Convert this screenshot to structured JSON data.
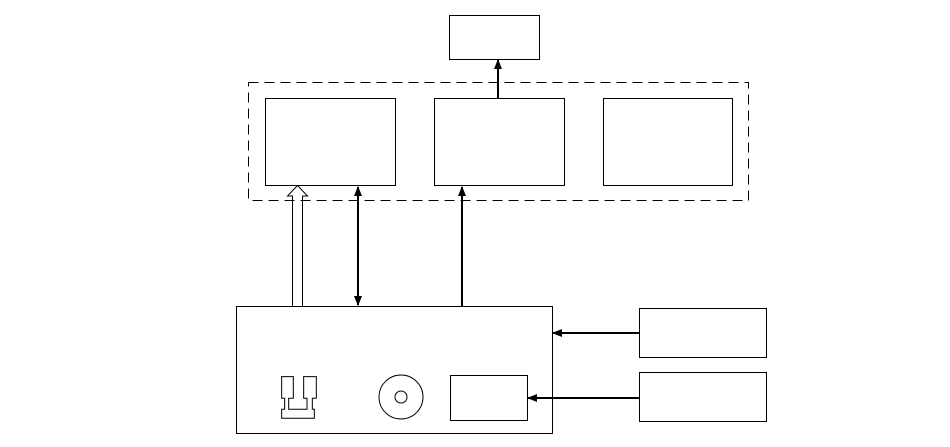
{
  "diagram": {
    "stroke_color": "#000000",
    "background_color": "#ffffff",
    "blocks": [
      "top-box",
      "dashed-group",
      "group-box-left",
      "group-box-center",
      "group-box-right",
      "main-unit",
      "connector-icon",
      "disc-icon",
      "inner-box",
      "right-box-upper",
      "right-box-lower"
    ],
    "connections": [
      {
        "from": "main-unit",
        "to": "group-box-left",
        "style": "hollow-arrow"
      },
      {
        "from": "main-unit",
        "to": "group-box-left",
        "style": "bidirectional"
      },
      {
        "from": "main-unit",
        "to": "group-box-center",
        "style": "arrow"
      },
      {
        "from": "group-box-center",
        "to": "top-box",
        "style": "arrow"
      },
      {
        "from": "right-box-upper",
        "to": "main-unit",
        "style": "arrow"
      },
      {
        "from": "right-box-lower",
        "to": "inner-box",
        "style": "arrow"
      }
    ]
  }
}
